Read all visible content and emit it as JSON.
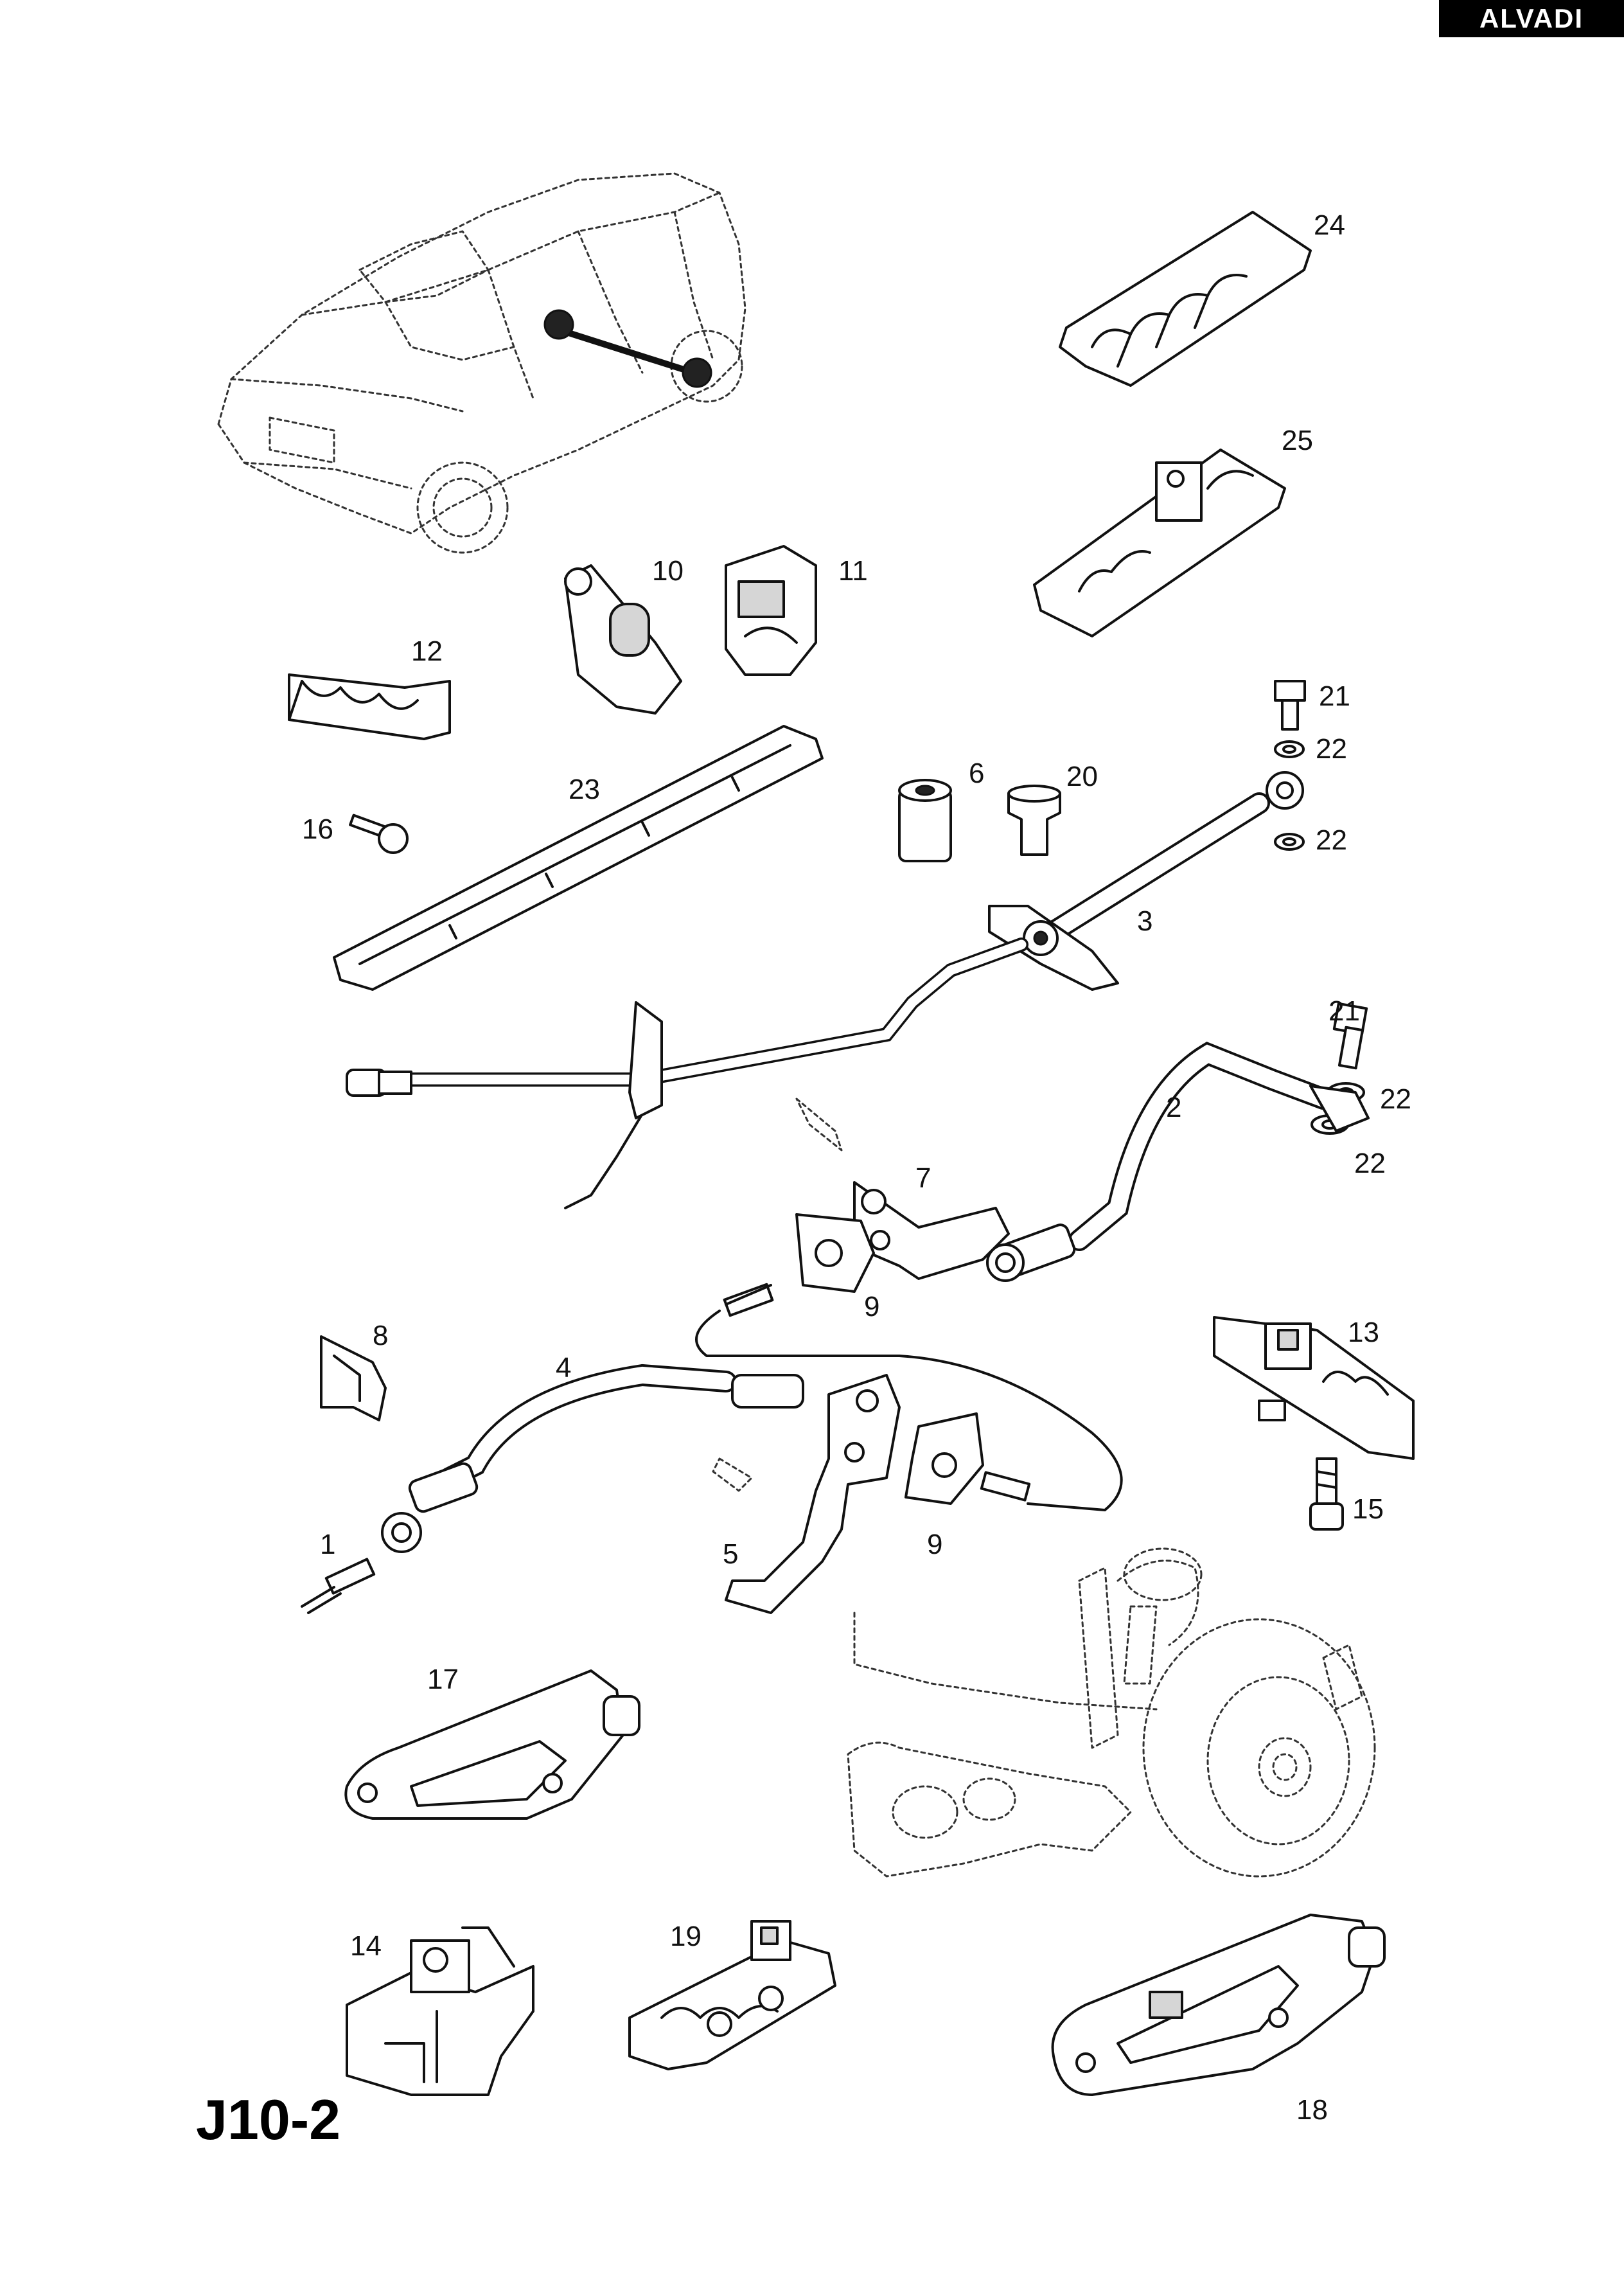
{
  "header": {
    "brand": "ALVADI"
  },
  "footer": {
    "page_code": "J10-2"
  },
  "callouts": {
    "c1": "1",
    "c2": "2",
    "c3": "3",
    "c4": "4",
    "c5": "5",
    "c6": "6",
    "c7": "7",
    "c8": "8",
    "c9a": "9",
    "c9b": "9",
    "c10": "10",
    "c11": "11",
    "c12": "12",
    "c13": "13",
    "c14": "14",
    "c15": "15",
    "c16": "16",
    "c17": "17",
    "c18": "18",
    "c19": "19",
    "c20": "20",
    "c21a": "21",
    "c21b": "21",
    "c22a": "22",
    "c22b": "22",
    "c22c": "22",
    "c22d": "22",
    "c23": "23",
    "c24": "24",
    "c25": "25"
  }
}
